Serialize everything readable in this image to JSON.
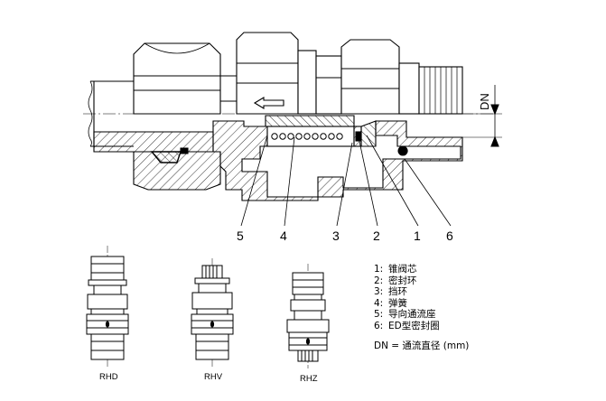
{
  "callouts": [
    "5",
    "4",
    "3",
    "2",
    "1",
    "6"
  ],
  "dimension_label": "DN",
  "variants": [
    {
      "code": "RHD"
    },
    {
      "code": "RHV"
    },
    {
      "code": "RHZ"
    }
  ],
  "legend": [
    {
      "num": "1:",
      "text": "锥阀芯"
    },
    {
      "num": "2:",
      "text": "密封环"
    },
    {
      "num": "3:",
      "text": "挡环"
    },
    {
      "num": "4:",
      "text": "弹簧"
    },
    {
      "num": "5:",
      "text": "导向通流座"
    },
    {
      "num": "6:",
      "text": "ED型密封圈"
    }
  ],
  "dn_note": "DN = 通流直径 (mm)"
}
